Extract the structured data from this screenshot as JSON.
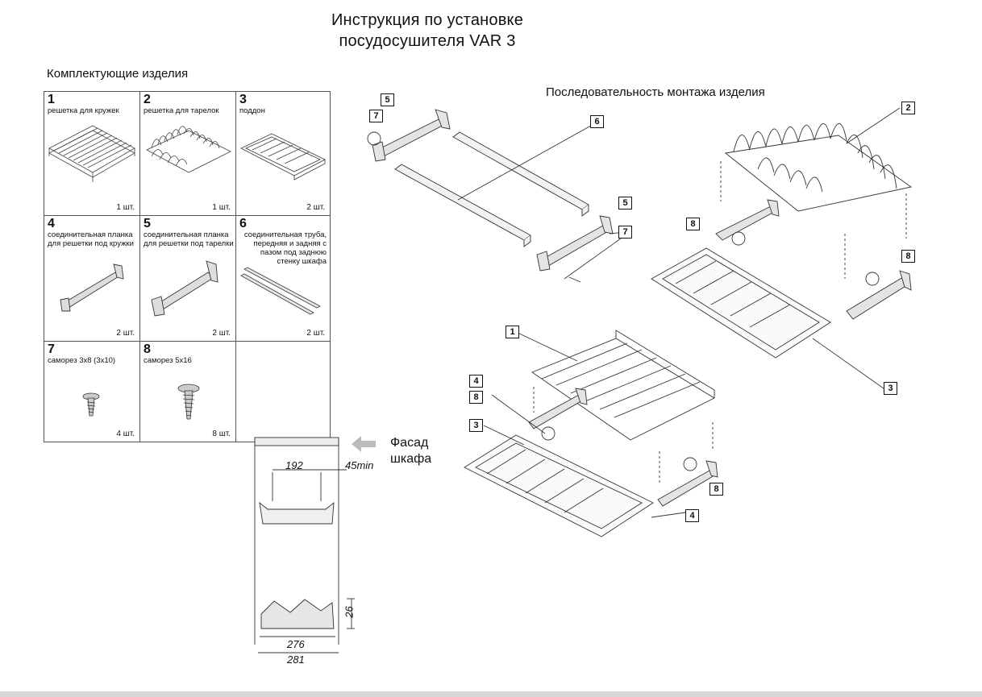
{
  "title": {
    "line1": "Инструкция по установке",
    "line2": "посудосушителя VAR 3"
  },
  "components": {
    "heading": "Комплектующие изделия",
    "items": [
      {
        "num": "1",
        "desc": "решетка для кружек",
        "qty": "1 шт."
      },
      {
        "num": "2",
        "desc": "решетка для тарелок",
        "qty": "1 шт."
      },
      {
        "num": "3",
        "desc": "поддон",
        "qty": "2 шт."
      },
      {
        "num": "4",
        "desc": "соединительная планка для решетки под кружки",
        "qty": "2 шт."
      },
      {
        "num": "5",
        "desc": "соединительная планка для решетки под тарелки",
        "qty": "2 шт."
      },
      {
        "num": "6",
        "desc": "соединительная труба, передняя и задняя с пазом под заднюю стенку шкафа",
        "qty": "2 шт."
      },
      {
        "num": "7",
        "desc": "саморез 3х8 (3х10)",
        "qty": "4 шт."
      },
      {
        "num": "8",
        "desc": "саморез 5х16",
        "qty": "8 шт."
      }
    ]
  },
  "assembly": {
    "heading": "Последовательность монтажа изделия",
    "callouts": [
      "5",
      "7",
      "6",
      "5",
      "7",
      "2",
      "8",
      "8",
      "3",
      "1",
      "4",
      "8",
      "3",
      "8",
      "4"
    ]
  },
  "section_view": {
    "facade_line1": "Фасад",
    "facade_line2": "шкафа",
    "dim_192": "192",
    "dim_45": "45min",
    "dim_26": "26",
    "dim_276": "276",
    "dim_281": "281"
  }
}
